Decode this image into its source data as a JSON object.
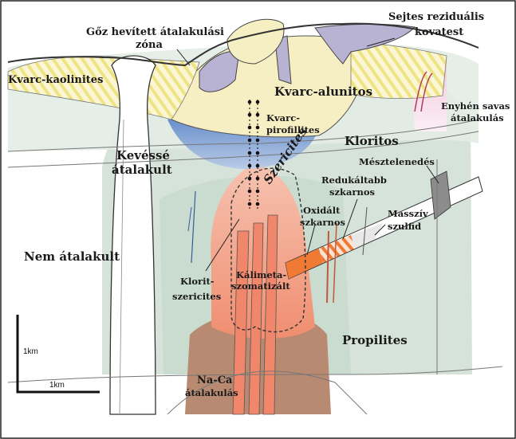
{
  "labels": {
    "steam_heated_line1": "Gőz hevített átalakulási",
    "steam_heated_line2": "zóna",
    "residual_silica_line1": "Sejtes reziduális",
    "residual_silica_line2": "kovatest",
    "quartz_kaolinite": "Kvarc-kaolinites",
    "quartz_alunite": "Kvarc-alunitos",
    "quartz_pyrophyllite_line1": "Kvarc-",
    "quartz_pyrophyllite_line2": "pirofillites",
    "weak_acid_line1": "Enyhén savas",
    "weak_acid_line2": "átalakulás",
    "chloritic": "Kloritos",
    "sericitic": "Szericites",
    "weakly_altered_line1": "Kevéssé",
    "weakly_altered_line2": "átalakult",
    "decalcification": "Mésztelenedés",
    "reduced_skarn_line1": "Redukáltabb",
    "reduced_skarn_line2": "szkarnos",
    "oxidized_skarn_line1": "Oxidált",
    "oxidized_skarn_line2": "szkarnos",
    "massive_sulfide_line1": "Masszív",
    "massive_sulfide_line2": "szulfid",
    "unaltered": "Nem átalakult",
    "chlorite_sericite_line1": "Klorit-",
    "chlorite_sericite_line2": "szericites",
    "potassic_line1": "Kálimeta-",
    "potassic_line2": "szomatizált",
    "propylitic": "Propilites",
    "naca_line1": "Na-Ca",
    "naca_line2": "átalakulás"
  },
  "scale_bar": {
    "vertical_label": "1km",
    "horizontal_label": "1km"
  },
  "colors": {
    "propylitic_green": "#d4e1d9",
    "quartz_alunite_cream": "#f7efc4",
    "pyrophyllite_blue": "#6f95cf",
    "potassic_salmon": "#f29a7e",
    "naca_brown": "#b98a72",
    "residual_silica_lavender": "#b8b2d3",
    "kaolinite_yellow": "#efe483",
    "oxidized_skarn_orange": "#f07a33",
    "massive_sulfide_gray": "#8c8c8c"
  }
}
